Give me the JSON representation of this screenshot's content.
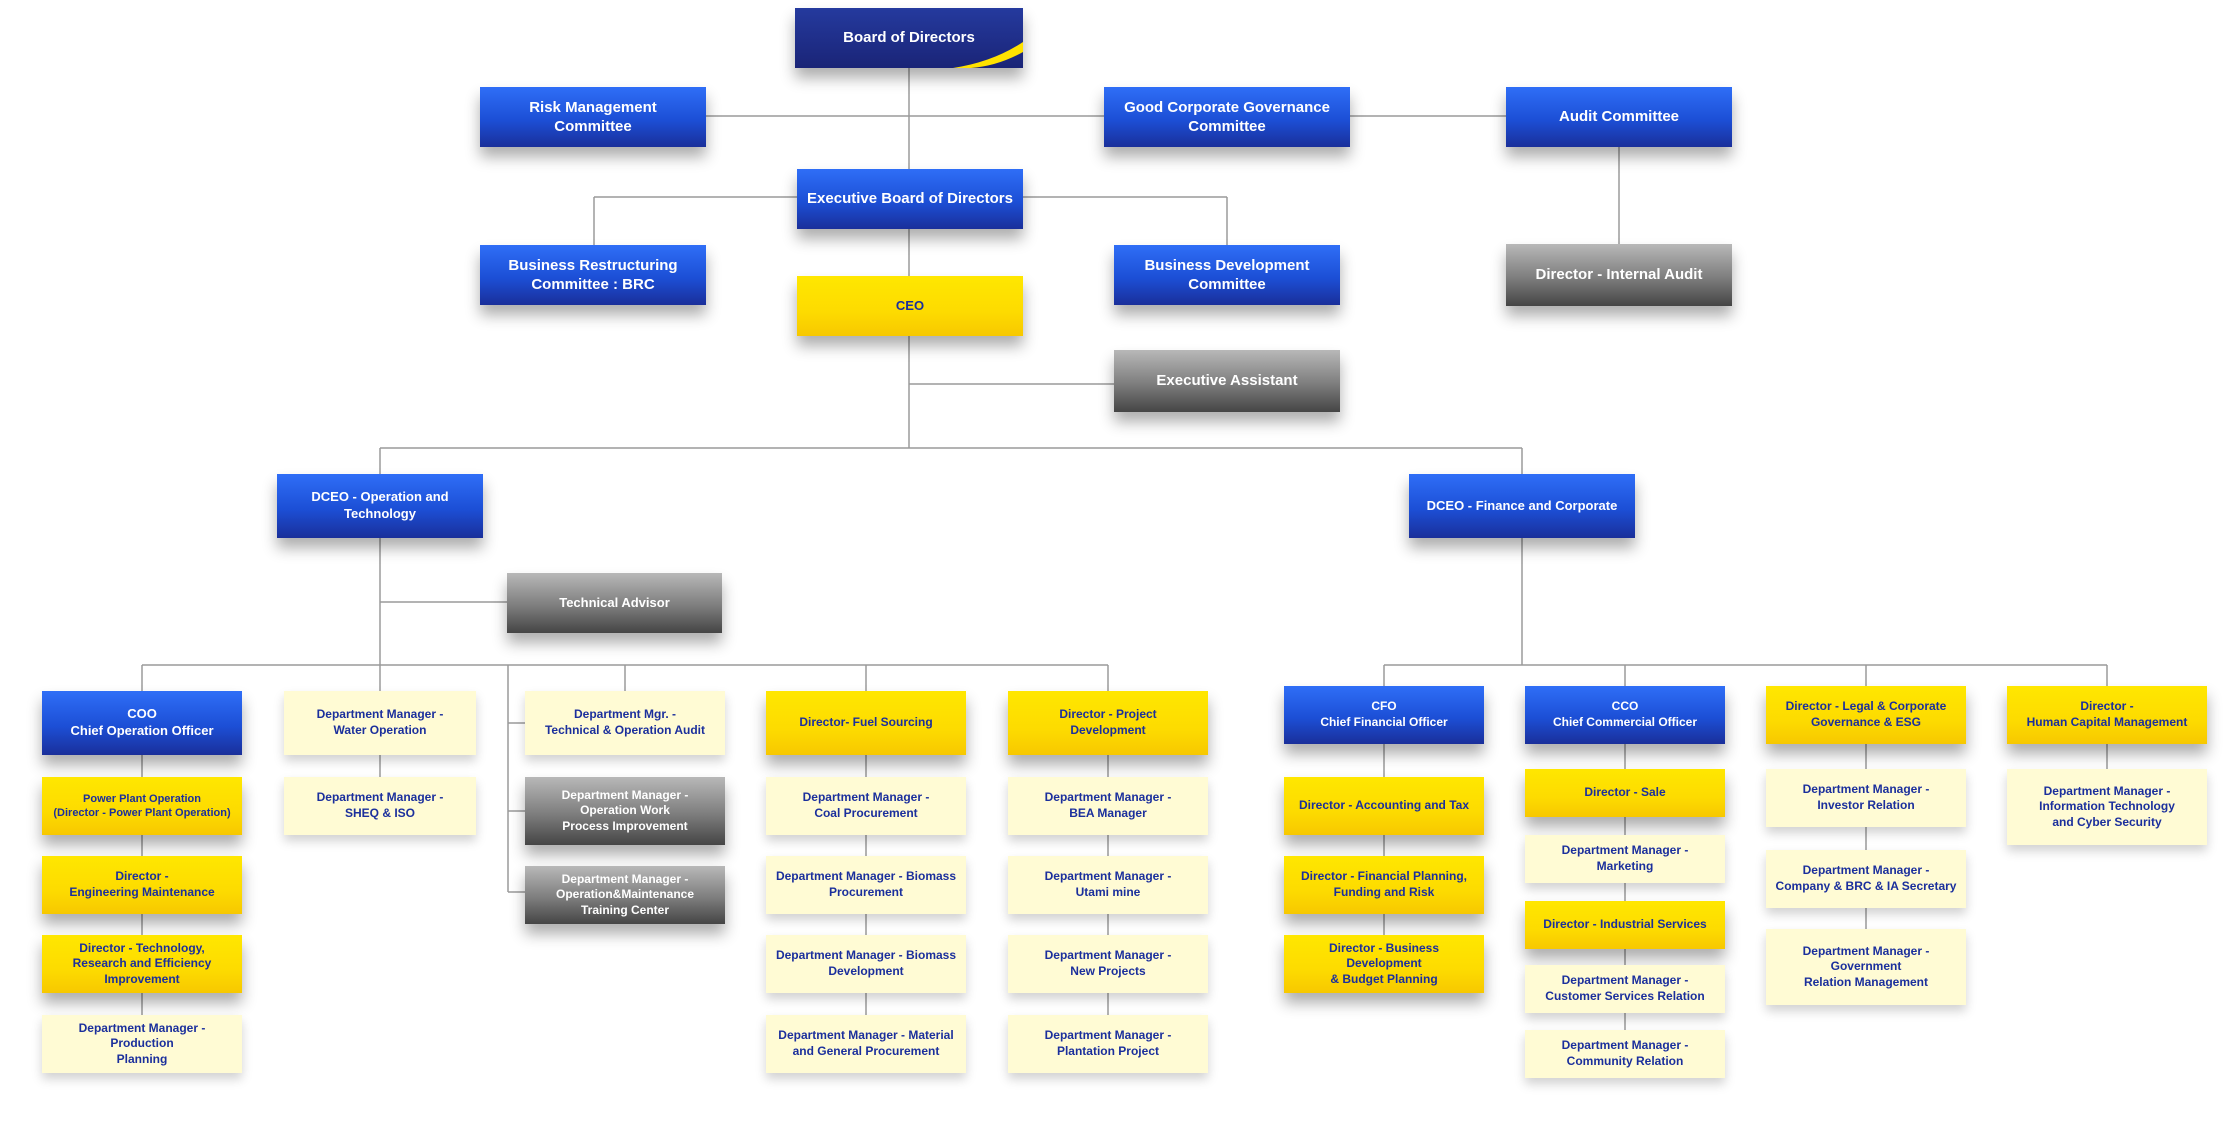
{
  "org_chart": {
    "board": "Board of Directors",
    "risk_committee": "Risk Management\nCommittee",
    "gcg_committee": "Good Corporate Governance\nCommittee",
    "audit_committee": "Audit Committee",
    "executive_board": "Executive Board of Directors",
    "brc_committee": "Business Restructuring\nCommittee : BRC",
    "bd_committee": "Business Development\nCommittee",
    "internal_audit": "Director - Internal Audit",
    "ceo": "CEO",
    "executive_assistant": "Executive Assistant",
    "dceo_ops": "DCEO - Operation and\nTechnology",
    "dceo_fin": "DCEO - Finance and Corporate",
    "technical_advisor": "Technical Advisor",
    "coo": {
      "head": "COO\nChief Operation Officer",
      "items": [
        "Power Plant Operation\n(Director - Power Plant Operation)",
        "Director -\nEngineering Maintenance",
        "Director - Technology,\nResearch  and Efficiency\nImprovement",
        "Department Manager -\nProduction\nPlanning"
      ]
    },
    "water": {
      "head": "Department Manager -\nWater Operation",
      "items": [
        "Department Manager -\nSHEQ & ISO"
      ]
    },
    "audit_group": {
      "head": "Department Mgr. -\nTechnical & Operation Audit",
      "items": [
        "Department Manager -\nOperation Work\nProcess Improvement",
        "Department Manager -\nOperation&Maintenance\nTraining Center"
      ]
    },
    "fuel": {
      "head": "Director- Fuel Sourcing",
      "items": [
        "Department Manager -\nCoal Procurement",
        "Department Manager - Biomass\nProcurement",
        "Department Manager - Biomass\nDevelopment",
        "Department Manager - Material\nand General Procurement"
      ]
    },
    "project": {
      "head": "Director - Project\nDevelopment",
      "items": [
        "Department Manager -\nBEA Manager",
        "Department Manager -\nUtami mine",
        "Department Manager -\nNew Projects",
        "Department Manager -\nPlantation Project"
      ]
    },
    "cfo": {
      "head": "CFO\nChief Financial Officer",
      "items": [
        "Director - Accounting and Tax",
        "Director - Financial Planning,\nFunding and Risk",
        "Director -  Business Development\n& Budget Planning"
      ]
    },
    "cco": {
      "head": "CCO\nChief Commercial Officer",
      "items": [
        "Director - Sale",
        "Department Manager - Marketing",
        "Director - Industrial Services",
        "Department Manager -\nCustomer Services Relation",
        "Department Manager -\nCommunity Relation"
      ]
    },
    "legal": {
      "head": "Director - Legal  & Corporate\nGovernance & ESG",
      "items": [
        "Department Manager -\nInvestor Relation",
        "Department Manager -\nCompany & BRC & IA Secretary",
        "Department Manager -\nGovernment\nRelation Management"
      ]
    },
    "hcm": {
      "head": "Director -\nHuman Capital Management",
      "items": [
        "Department Manager -\nInformation Technology\nand Cyber Security"
      ]
    }
  },
  "colors": {
    "blue": "#1c4fd6",
    "navy": "#1a2477",
    "yellow": "#ffe200",
    "cream": "#fffbd4",
    "gray": "#7d7d7d",
    "line": "#9a9a9a",
    "text_blue": "#1b2f9c"
  }
}
